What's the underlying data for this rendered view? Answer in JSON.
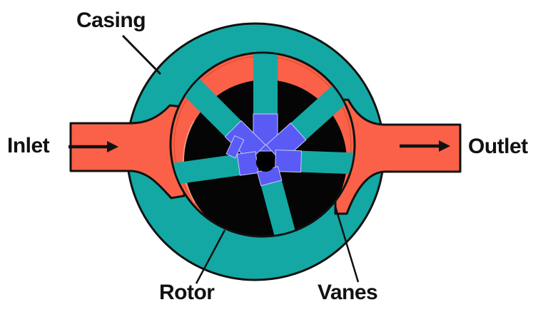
{
  "diagram": {
    "type": "rotary vane pump cross-section",
    "labels": {
      "casing": "Casing",
      "inlet": "Inlet",
      "outlet": "Outlet",
      "rotor": "Rotor",
      "vanes": "Vanes"
    },
    "components": [
      {
        "id": "casing",
        "description": "Outer teal ring housing",
        "color": "#14a8a4"
      },
      {
        "id": "fluid",
        "description": "Pumped fluid in inlet, outlet and cells",
        "color": "#fb6148"
      },
      {
        "id": "rotor",
        "description": "Black eccentric rotor",
        "color": "#050505"
      },
      {
        "id": "vanes",
        "description": "Sliding vanes, teal outer tip and blue inner slot segment",
        "color_outer": "#14a8a4",
        "color_inner": "#5a5af5"
      },
      {
        "id": "hub",
        "description": "Central shaft",
        "color": "#000000"
      }
    ],
    "flow": {
      "direction": "left-to-right",
      "from": "Inlet",
      "to": "Outlet"
    },
    "vane_count": 7,
    "colors": {
      "casing": "#14a8a4",
      "fluid": "#fb6148",
      "rotor": "#050505",
      "vane_inner": "#5a5af5",
      "outline": "#111111",
      "background": "#ffffff"
    }
  }
}
